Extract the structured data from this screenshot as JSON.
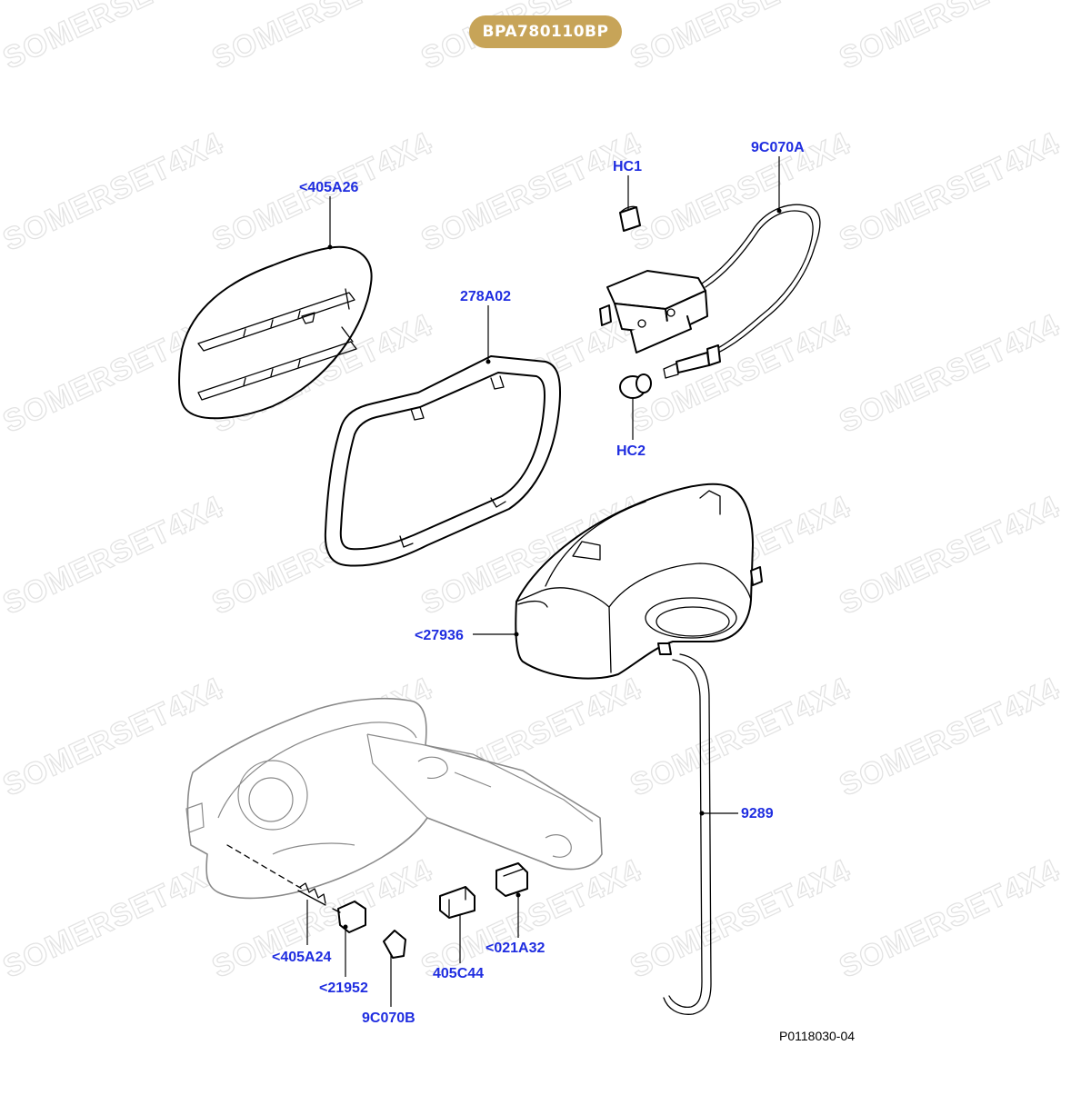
{
  "header": {
    "badge": "BPA780110BP"
  },
  "watermark": {
    "text": "SOMERSET4X4"
  },
  "labels": {
    "l_405A26": "<405A26",
    "l_278A02": "278A02",
    "l_HC1": "HC1",
    "l_9C070A": "9C070A",
    "l_HC2": "HC2",
    "l_27936": "<27936",
    "l_9289": "9289",
    "l_405A24": "<405A24",
    "l_21952": "<21952",
    "l_9C070B": "9C070B",
    "l_405C44": "405C44",
    "l_021A32": "<021A32"
  },
  "footer": {
    "reference": "P0118030-04"
  },
  "colors": {
    "badge": "#c7a458",
    "label": "#1f2de0",
    "watermark": "#e3e3e3"
  }
}
